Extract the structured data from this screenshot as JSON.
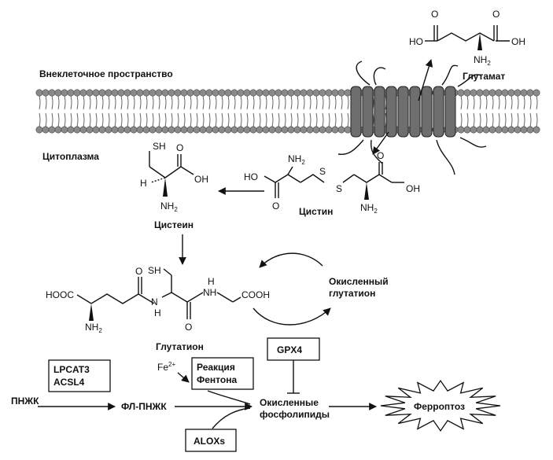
{
  "labels": {
    "extracellular": "Внеклеточное пространство",
    "cytoplasm": "Цитоплазма",
    "glutamate": "Глутамат",
    "cystine": "Цистин",
    "cysteine": "Цистеин",
    "glutathione": "Глутатион",
    "oxidized_glutathione_1": "Окисленный",
    "oxidized_glutathione_2": "глутатион",
    "pufa": "ПНЖК",
    "pl_pufa": "ФЛ-ПНЖК",
    "oxidized_phospholipids_1": "Окисленные",
    "oxidized_phospholipids_2": "фосфолипиды",
    "ferroptosis": "Ферроптоз",
    "fenton_1": "Реакция",
    "fenton_2": "Фентона",
    "fe": "Fe",
    "fe_charge": "2+"
  },
  "boxes": {
    "enzymes_1": "LPCAT3",
    "enzymes_2": "ACSL4",
    "gpx4": "GPX4",
    "aloxs": "ALOXs"
  },
  "chem": {
    "ho": "HO",
    "oh": "OH",
    "o": "O",
    "n": "N",
    "h": "H",
    "nh": "NH",
    "nh2": "NH",
    "two": "2",
    "s": "S",
    "sh": "SH",
    "hooc": "HOOC",
    "cooh": "COOH"
  },
  "colors": {
    "membrane_head": "#8a8a8a",
    "transporter": "#6e6e6e",
    "ink": "#111111"
  }
}
